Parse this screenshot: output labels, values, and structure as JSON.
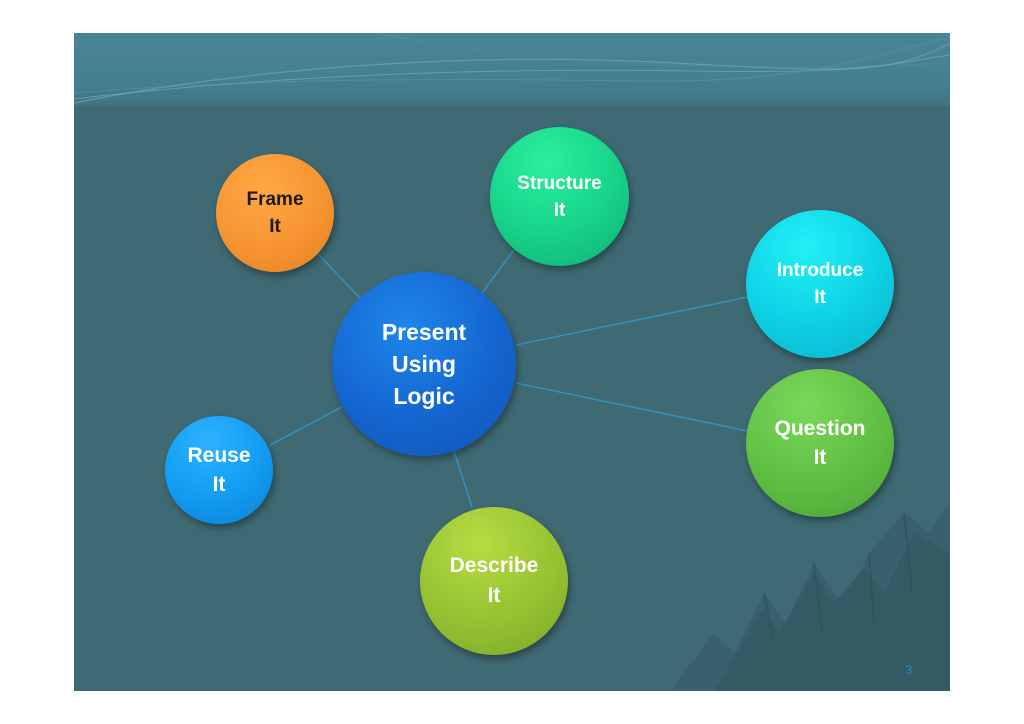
{
  "diagram": {
    "center": {
      "label": "Present\nUsing\nLogic"
    },
    "nodes": [
      {
        "id": "frame",
        "label": "Frame\nIt"
      },
      {
        "id": "structure",
        "label": "Structure\nIt"
      },
      {
        "id": "introduce",
        "label": "Introduce\nIt"
      },
      {
        "id": "question",
        "label": "Question\nIt"
      },
      {
        "id": "describe",
        "label": "Describe\nIt"
      },
      {
        "id": "reuse",
        "label": "Reuse\nIt"
      }
    ]
  },
  "footer": {
    "page_number": "3"
  },
  "colors": {
    "slide_background": "#3f6a73",
    "connector": "#2e96c8",
    "center": "#1465cf",
    "frame": "#f59230",
    "structure": "#18d58a",
    "introduce": "#0fd3e6",
    "question": "#5fbf43",
    "describe": "#95c232",
    "reuse": "#129bf2"
  }
}
